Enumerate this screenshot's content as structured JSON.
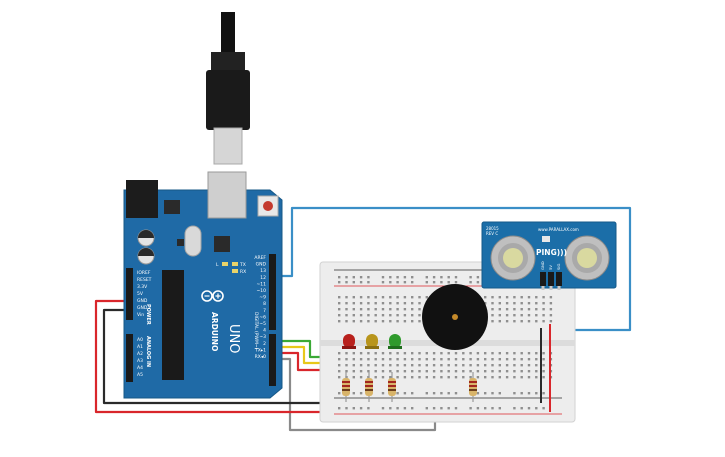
{
  "arduino": {
    "logo_text": "ARDUINO",
    "model_text": "UNO",
    "digital_label": "DIGITAL (PWM~)",
    "power_label": "POWER",
    "analog_label": "ANALOG IN",
    "led_l": "L",
    "led_tx": "TX",
    "led_rx": "RX",
    "digital_pins": [
      "AREF",
      "GND",
      "13",
      "12",
      "~11",
      "~10",
      "~9",
      "8",
      "7",
      "~6",
      "~5",
      "4",
      "~3",
      "2",
      "TX▸1",
      "RX◂0"
    ],
    "power_pins": [
      "IOREF",
      "RESET",
      "3.3V",
      "5V",
      "GND",
      "GND",
      "Vin"
    ],
    "analog_pins": [
      "A0",
      "A1",
      "A2",
      "A3",
      "A4",
      "A5"
    ]
  },
  "sensor": {
    "brand": "www.PARALLAX.com",
    "rev_line1": "28015",
    "rev_line2": "REV C",
    "name": "PING)))",
    "pins": [
      "GND",
      "5V",
      "SIG"
    ]
  },
  "colors": {
    "arduino_board": "#1f6aa6",
    "wire_red": "#d9262b",
    "wire_black": "#2a2a2a",
    "wire_blue": "#3a8fc7",
    "wire_green": "#3aa935",
    "wire_yellow": "#e8c81a",
    "wire_gray": "#8a8a8a",
    "led_red": "#b8201c",
    "led_yellow": "#b8951c",
    "led_green": "#2f9a2c",
    "sensor_board": "#1b6ea8"
  }
}
